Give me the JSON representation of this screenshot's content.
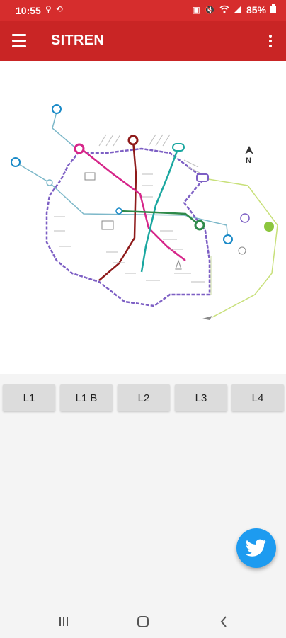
{
  "status_bar": {
    "time": "10:55",
    "battery": "85%",
    "left_icons": [
      "usb-icon",
      "sync-icon"
    ],
    "right_icons": [
      "save-icon",
      "mute-icon",
      "wifi-icon",
      "signal-icon",
      "battery-icon"
    ]
  },
  "app_bar": {
    "title": "SITREN",
    "menu_icon": "hamburger-menu-icon",
    "overflow_icon": "more-vert-icon"
  },
  "map": {
    "north_label": "N",
    "line_colors": {
      "L1": "#8e1a1a",
      "L1 B": "#d6268a",
      "L2": "#1aa7a0",
      "L3": "#2e8a4a",
      "L4": "#8a72c9",
      "suburban": "#c8e07a",
      "commuter": "#7db8c9"
    }
  },
  "line_buttons": [
    {
      "label": "L1"
    },
    {
      "label": "L1 B"
    },
    {
      "label": "L2"
    },
    {
      "label": "L3"
    },
    {
      "label": "L4"
    }
  ],
  "fab": {
    "icon": "twitter-icon",
    "color": "#1d9bf0"
  },
  "nav_bar": {
    "icons": [
      "recents-icon",
      "home-icon",
      "back-icon"
    ]
  }
}
